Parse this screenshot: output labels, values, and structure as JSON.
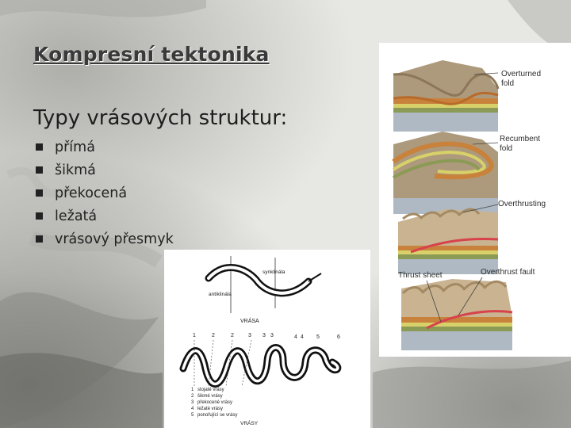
{
  "slide": {
    "title": "Kompresní tektonika",
    "subtitle": "Typy vrásových struktur:",
    "bullets": [
      "přímá",
      "šikmá",
      "překocená",
      "ležatá",
      "vrásový přesmyk"
    ]
  },
  "fold_figure": {
    "labels": {
      "overturned_1": "Overturned",
      "overturned_2": "fold",
      "recumbent_1": "Recumbent",
      "recumbent_2": "fold",
      "overthrusting": "Overthrusting",
      "thrust_sheet": "Thrust sheet",
      "overthrust_fault": "Overthrust fault"
    }
  },
  "fold_sketch": {
    "synklinala": "synklinála",
    "antiklinala": "antiklinála",
    "vrasa": "VRÁSA",
    "numbers": [
      "1",
      "2",
      "2",
      "3",
      "3",
      "3",
      "4",
      "4",
      "5",
      "6"
    ],
    "legend": [
      {
        "num": "1",
        "text": "stojaté vrásy"
      },
      {
        "num": "2",
        "text": "šikmé vrásy"
      },
      {
        "num": "3",
        "text": "překocené vrásy"
      },
      {
        "num": "4",
        "text": "ležaté vrásy"
      },
      {
        "num": "5",
        "text": "ponořující se vrásy"
      }
    ],
    "footer": "VRÁSY"
  },
  "colors": {
    "bullet": "#222222",
    "sediment_top": "#b89c74",
    "sediment_orange": "#c8823c",
    "sediment_yellow": "#d8d16a",
    "sediment_green": "#8b9a55",
    "basement_blue": "#aeb9c4",
    "fault_red": "#d8424c"
  }
}
